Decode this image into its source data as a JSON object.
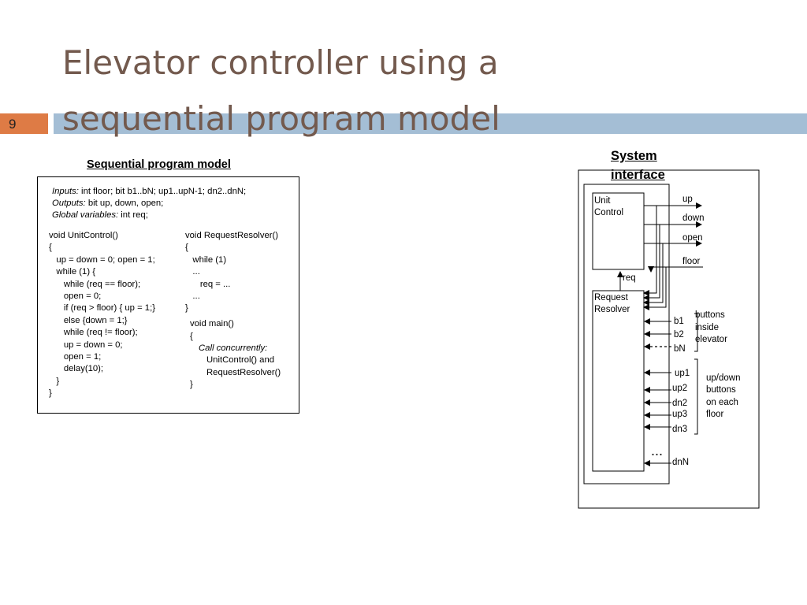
{
  "slide": {
    "number": "9",
    "title_line1": "Elevator controller using a",
    "title_line2": "sequential program model"
  },
  "program_model": {
    "heading": "Sequential program model",
    "declarations": [
      {
        "label": "Inputs:",
        "text": " int floor; bit b1..bN; up1..upN-1; dn2..dnN;"
      },
      {
        "label": "Outputs:",
        "text": " bit up, down, open;"
      },
      {
        "label": "Global variables:",
        "text": " int req;"
      }
    ],
    "unit_control_code": [
      "void UnitControl()",
      "{",
      "   up = down = 0; open = 1;",
      "   while (1) {",
      "      while (req == floor);",
      "      open = 0;",
      "      if (req > floor) { up = 1;}",
      "      else {down = 1;}",
      "      while (req != floor);",
      "      up = down = 0;",
      "      open = 1;",
      "      delay(10);",
      "   }",
      "}"
    ],
    "request_resolver_code": [
      "void RequestResolver()",
      "{",
      "   while (1)",
      "   ...",
      "      req = ...",
      "   ...",
      "}"
    ],
    "main_code": {
      "line1": "void main()",
      "line2": "{",
      "italic": "Call concurrently:",
      "line4": "UnitControl() and",
      "line5": "RequestResolver()",
      "line6": "}"
    }
  },
  "system_interface": {
    "heading_line1": "System",
    "heading_line2": "interface",
    "unit_control_label": [
      "Unit",
      "Control"
    ],
    "request_resolver_label": [
      "Request",
      "Resolver"
    ],
    "req_label": "req",
    "outputs": [
      "up",
      "down",
      "open"
    ],
    "floor_label": "floor",
    "inside_buttons": [
      "b1",
      "b2",
      "bN"
    ],
    "inside_group_label": [
      "buttons",
      "inside",
      "elevator"
    ],
    "floor_buttons": [
      "up1",
      "up2",
      "dn2",
      "up3",
      "dn3",
      "dnN"
    ],
    "floor_group_label": [
      "up/down",
      "buttons",
      "on each",
      "floor"
    ],
    "ellipsis": "..."
  }
}
